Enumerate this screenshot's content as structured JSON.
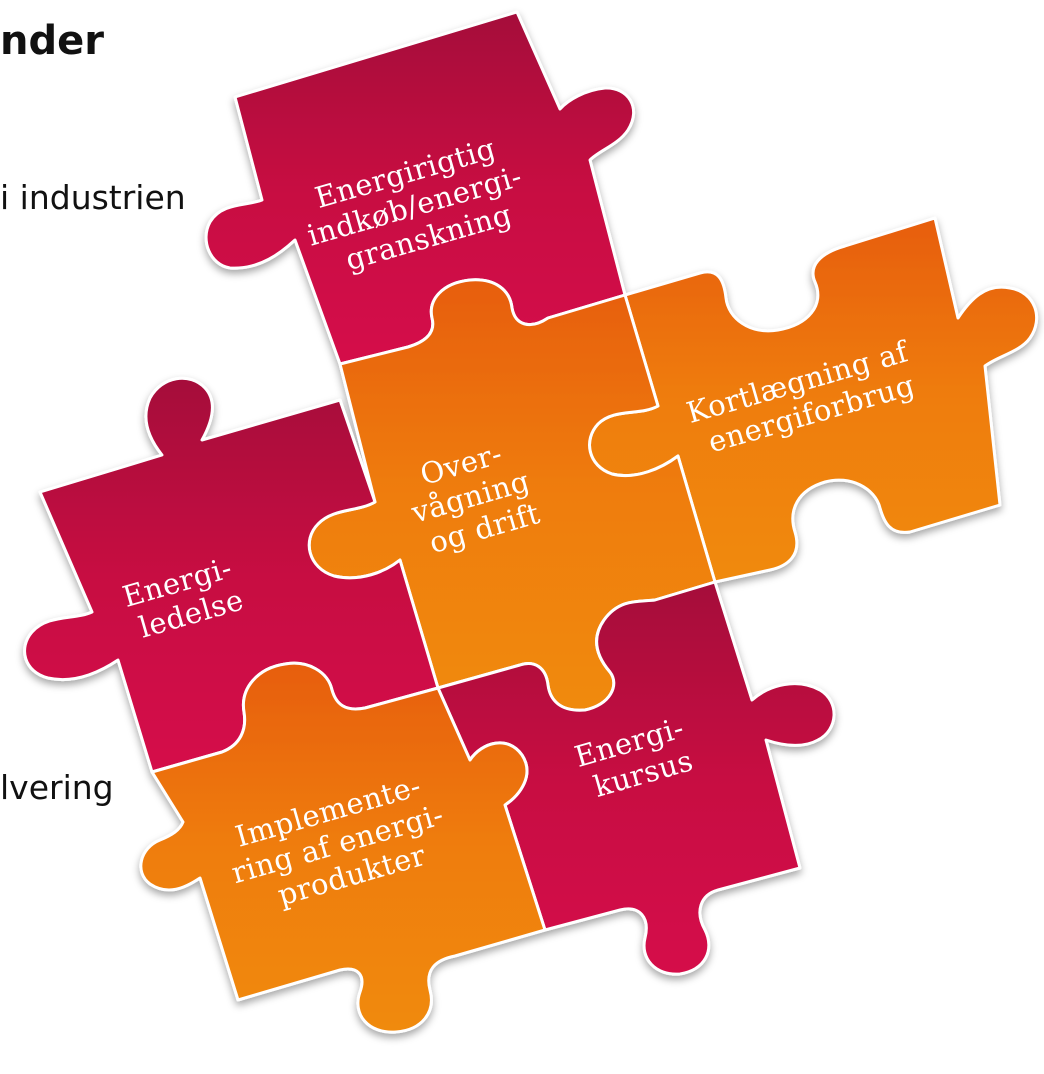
{
  "side_text": {
    "heading": "nder",
    "line1": "i industrien",
    "line2": "lvering"
  },
  "puzzle": {
    "pieces": {
      "energirigtig": {
        "lines": [
          "Energirigtig",
          "indkøb/energi-",
          "granskning"
        ],
        "color": "#c5093f"
      },
      "overvaagning": {
        "lines": [
          "Over-",
          "vågning",
          "og drift"
        ],
        "color": "#ee7f0d"
      },
      "kortlaegning": {
        "lines": [
          "Kortlægning af",
          "energiforbrug"
        ],
        "color": "#ee7f0d"
      },
      "energiledelse": {
        "lines": [
          "Energi-",
          "ledelse"
        ],
        "color": "#c5093f"
      },
      "energikursus": {
        "lines": [
          "Energi-",
          "kursus"
        ],
        "color": "#c5093f"
      },
      "implementering": {
        "lines": [
          "Implemente-",
          "ring af energi-",
          "produkter"
        ],
        "color": "#ee7f0d"
      }
    }
  }
}
